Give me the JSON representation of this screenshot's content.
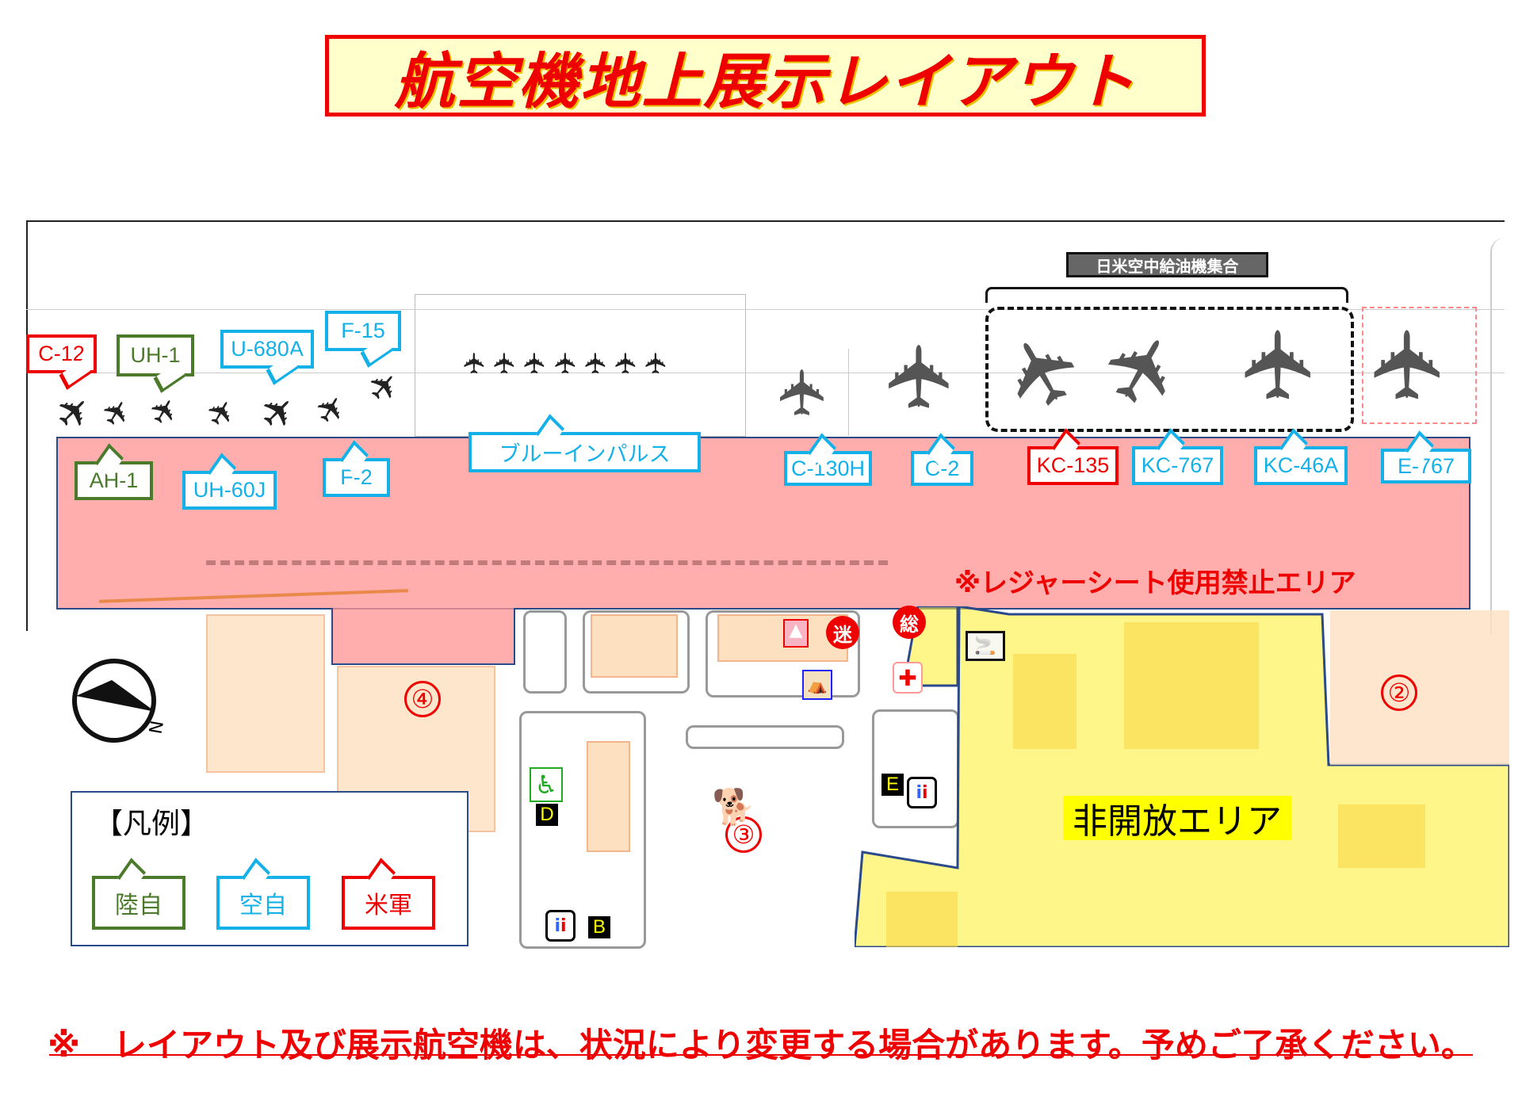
{
  "title": "航空機地上展示レイアウト",
  "legend": {
    "title": "【凡例】",
    "items": [
      {
        "label": "陸自",
        "color": "#4a7a2a"
      },
      {
        "label": "空自",
        "color": "#14b0e8"
      },
      {
        "label": "米軍",
        "color": "#ee0000"
      }
    ]
  },
  "aircraft": [
    {
      "label": "C-12",
      "group": "米軍"
    },
    {
      "label": "UH-1",
      "group": "陸自"
    },
    {
      "label": "U-680A",
      "group": "空自"
    },
    {
      "label": "F-15",
      "group": "空自"
    },
    {
      "label": "AH-1",
      "group": "陸自"
    },
    {
      "label": "UH-60J",
      "group": "空自"
    },
    {
      "label": "F-2",
      "group": "空自"
    },
    {
      "label": "ブルーインパルス",
      "group": "空自"
    },
    {
      "label": "C-130H",
      "group": "空自"
    },
    {
      "label": "C-2",
      "group": "空自"
    },
    {
      "label": "KC-135",
      "group": "米軍"
    },
    {
      "label": "KC-767",
      "group": "空自"
    },
    {
      "label": "KC-46A",
      "group": "空自"
    },
    {
      "label": "E-767",
      "group": "空自"
    }
  ],
  "gathering_label": "日米空中給油機集合",
  "no_sheet_area": "※レジャーシート使用禁止エリア",
  "closed_area": "非開放エリア",
  "areas": [
    "②",
    "③",
    "④"
  ],
  "facility_icons": {
    "lost_child": "迷",
    "info": "総",
    "first_aid": "first-aid-cross-icon",
    "shop": "stall-icon",
    "nursing": "nursing-room-icon",
    "smoking": "smoking-icon",
    "wheelchair": "wheelchair-icon",
    "toilet": "toilet-icon",
    "dog": "dog-icon"
  },
  "toilet_letters": [
    "B",
    "D",
    "E"
  ],
  "note": "※　レイアウト及び展示航空機は、状況により変更する場合があります。予めご了承ください。"
}
